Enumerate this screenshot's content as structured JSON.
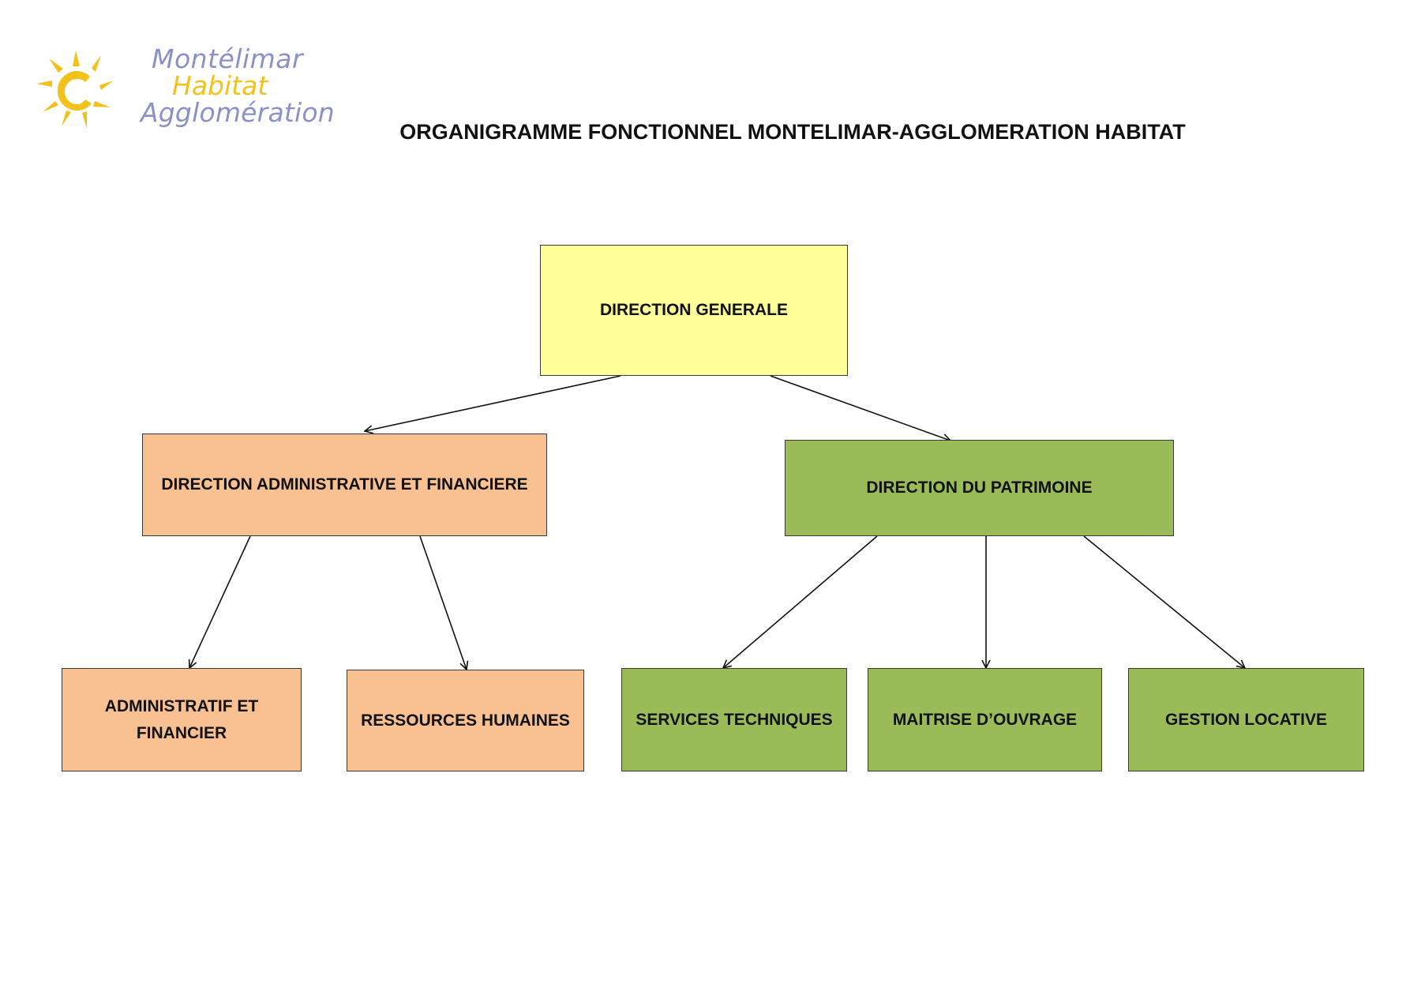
{
  "logo": {
    "line1": "Montélimar",
    "line2": "Habitat",
    "line3": "Agglomération",
    "sun_color": "#f2c21a",
    "text_color": "#8a90c8",
    "icon": "sun-icon"
  },
  "title": "ORGANIGRAMME FONCTIONNEL MONTELIMAR-AGGLOMERATION HABITAT",
  "colors": {
    "yellow": "#ffff99",
    "orange": "#f9c091",
    "green": "#9bbb59"
  },
  "nodes": {
    "direction_generale": "DIRECTION GENERALE",
    "direction_administrative": "DIRECTION ADMINISTRATIVE ET FINANCIERE",
    "direction_patrimoine": "DIRECTION DU PATRIMOINE",
    "administratif_financier": "ADMINISTRATIF ET FINANCIER",
    "ressources_humaines": "RESSOURCES HUMAINES",
    "services_techniques": "SERVICES TECHNIQUES",
    "maitrise_ouvrage": "MAITRISE D’OUVRAGE",
    "gestion_locative": "GESTION LOCATIVE"
  },
  "edges": [
    [
      "direction_generale",
      "direction_administrative"
    ],
    [
      "direction_generale",
      "direction_patrimoine"
    ],
    [
      "direction_administrative",
      "administratif_financier"
    ],
    [
      "direction_administrative",
      "ressources_humaines"
    ],
    [
      "direction_patrimoine",
      "services_techniques"
    ],
    [
      "direction_patrimoine",
      "maitrise_ouvrage"
    ],
    [
      "direction_patrimoine",
      "gestion_locative"
    ]
  ]
}
